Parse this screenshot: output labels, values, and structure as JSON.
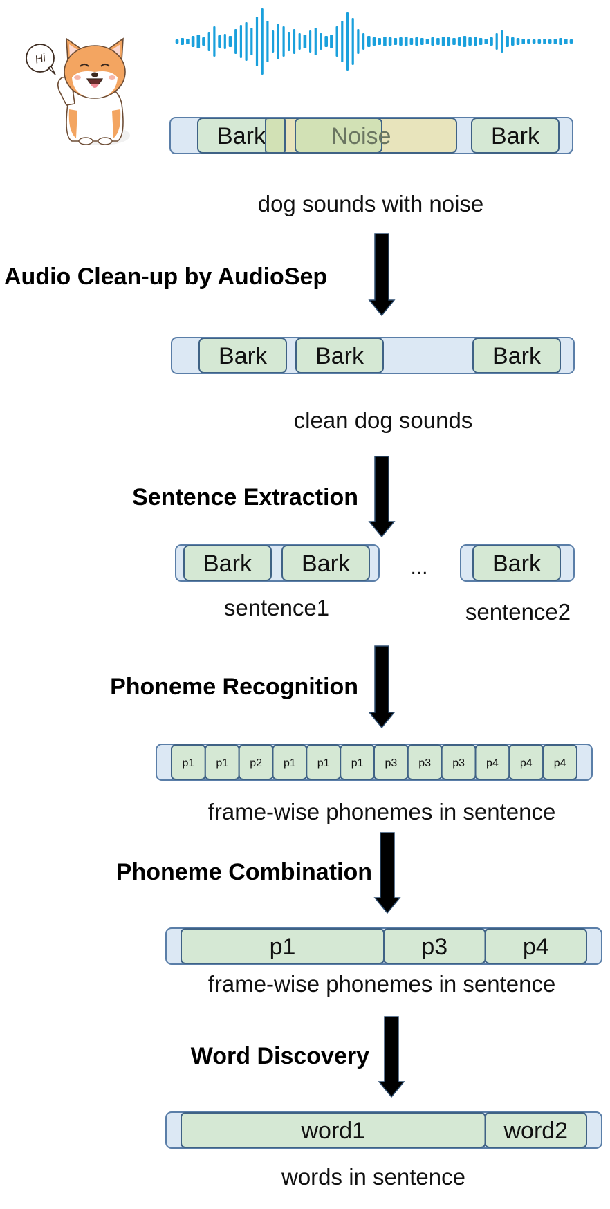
{
  "mascot": {
    "speech": "Hi"
  },
  "noisy": {
    "segments": [
      {
        "label": "Bark",
        "kind": "bark"
      },
      {
        "label": "Noise",
        "kind": "noise"
      },
      {
        "label": "Bark",
        "kind": "bark"
      }
    ],
    "caption": "dog sounds with noise"
  },
  "steps": [
    {
      "label": "Audio Clean-up by AudioSep"
    },
    {
      "label": "Sentence Extraction"
    },
    {
      "label": "Phoneme Recognition"
    },
    {
      "label": "Phoneme Combination"
    },
    {
      "label": "Word Discovery"
    }
  ],
  "clean": {
    "segments": [
      "Bark",
      "Bark",
      "Bark"
    ],
    "caption": "clean dog sounds"
  },
  "sentences": {
    "s1": {
      "segments": [
        "Bark",
        "Bark"
      ],
      "caption": "sentence1"
    },
    "ellipsis": "...",
    "s2": {
      "segments": [
        "Bark"
      ],
      "caption": "sentence2"
    }
  },
  "framewise": {
    "phonemes": [
      "p1",
      "p1",
      "p2",
      "p1",
      "p1",
      "p1",
      "p3",
      "p3",
      "p3",
      "p4",
      "p4",
      "p4"
    ],
    "caption": "frame-wise phonemes in sentence"
  },
  "combined": {
    "phonemes": [
      "p1",
      "p3",
      "p4"
    ],
    "caption": "frame-wise phonemes in sentence"
  },
  "words": {
    "items": [
      "word1",
      "word2"
    ],
    "caption": "words in sentence"
  },
  "colors": {
    "track_fill": "#dce8f4",
    "track_stroke": "#5a7ea8",
    "seg_fill": "#d5e8d4",
    "seg_stroke": "#3f6285",
    "noise_fill": "#e8e4bc",
    "noise_text": "#6a7561",
    "wave": "#1aa0dc",
    "arrow": "#000000",
    "arrow_stroke": "#2d4c6e"
  }
}
